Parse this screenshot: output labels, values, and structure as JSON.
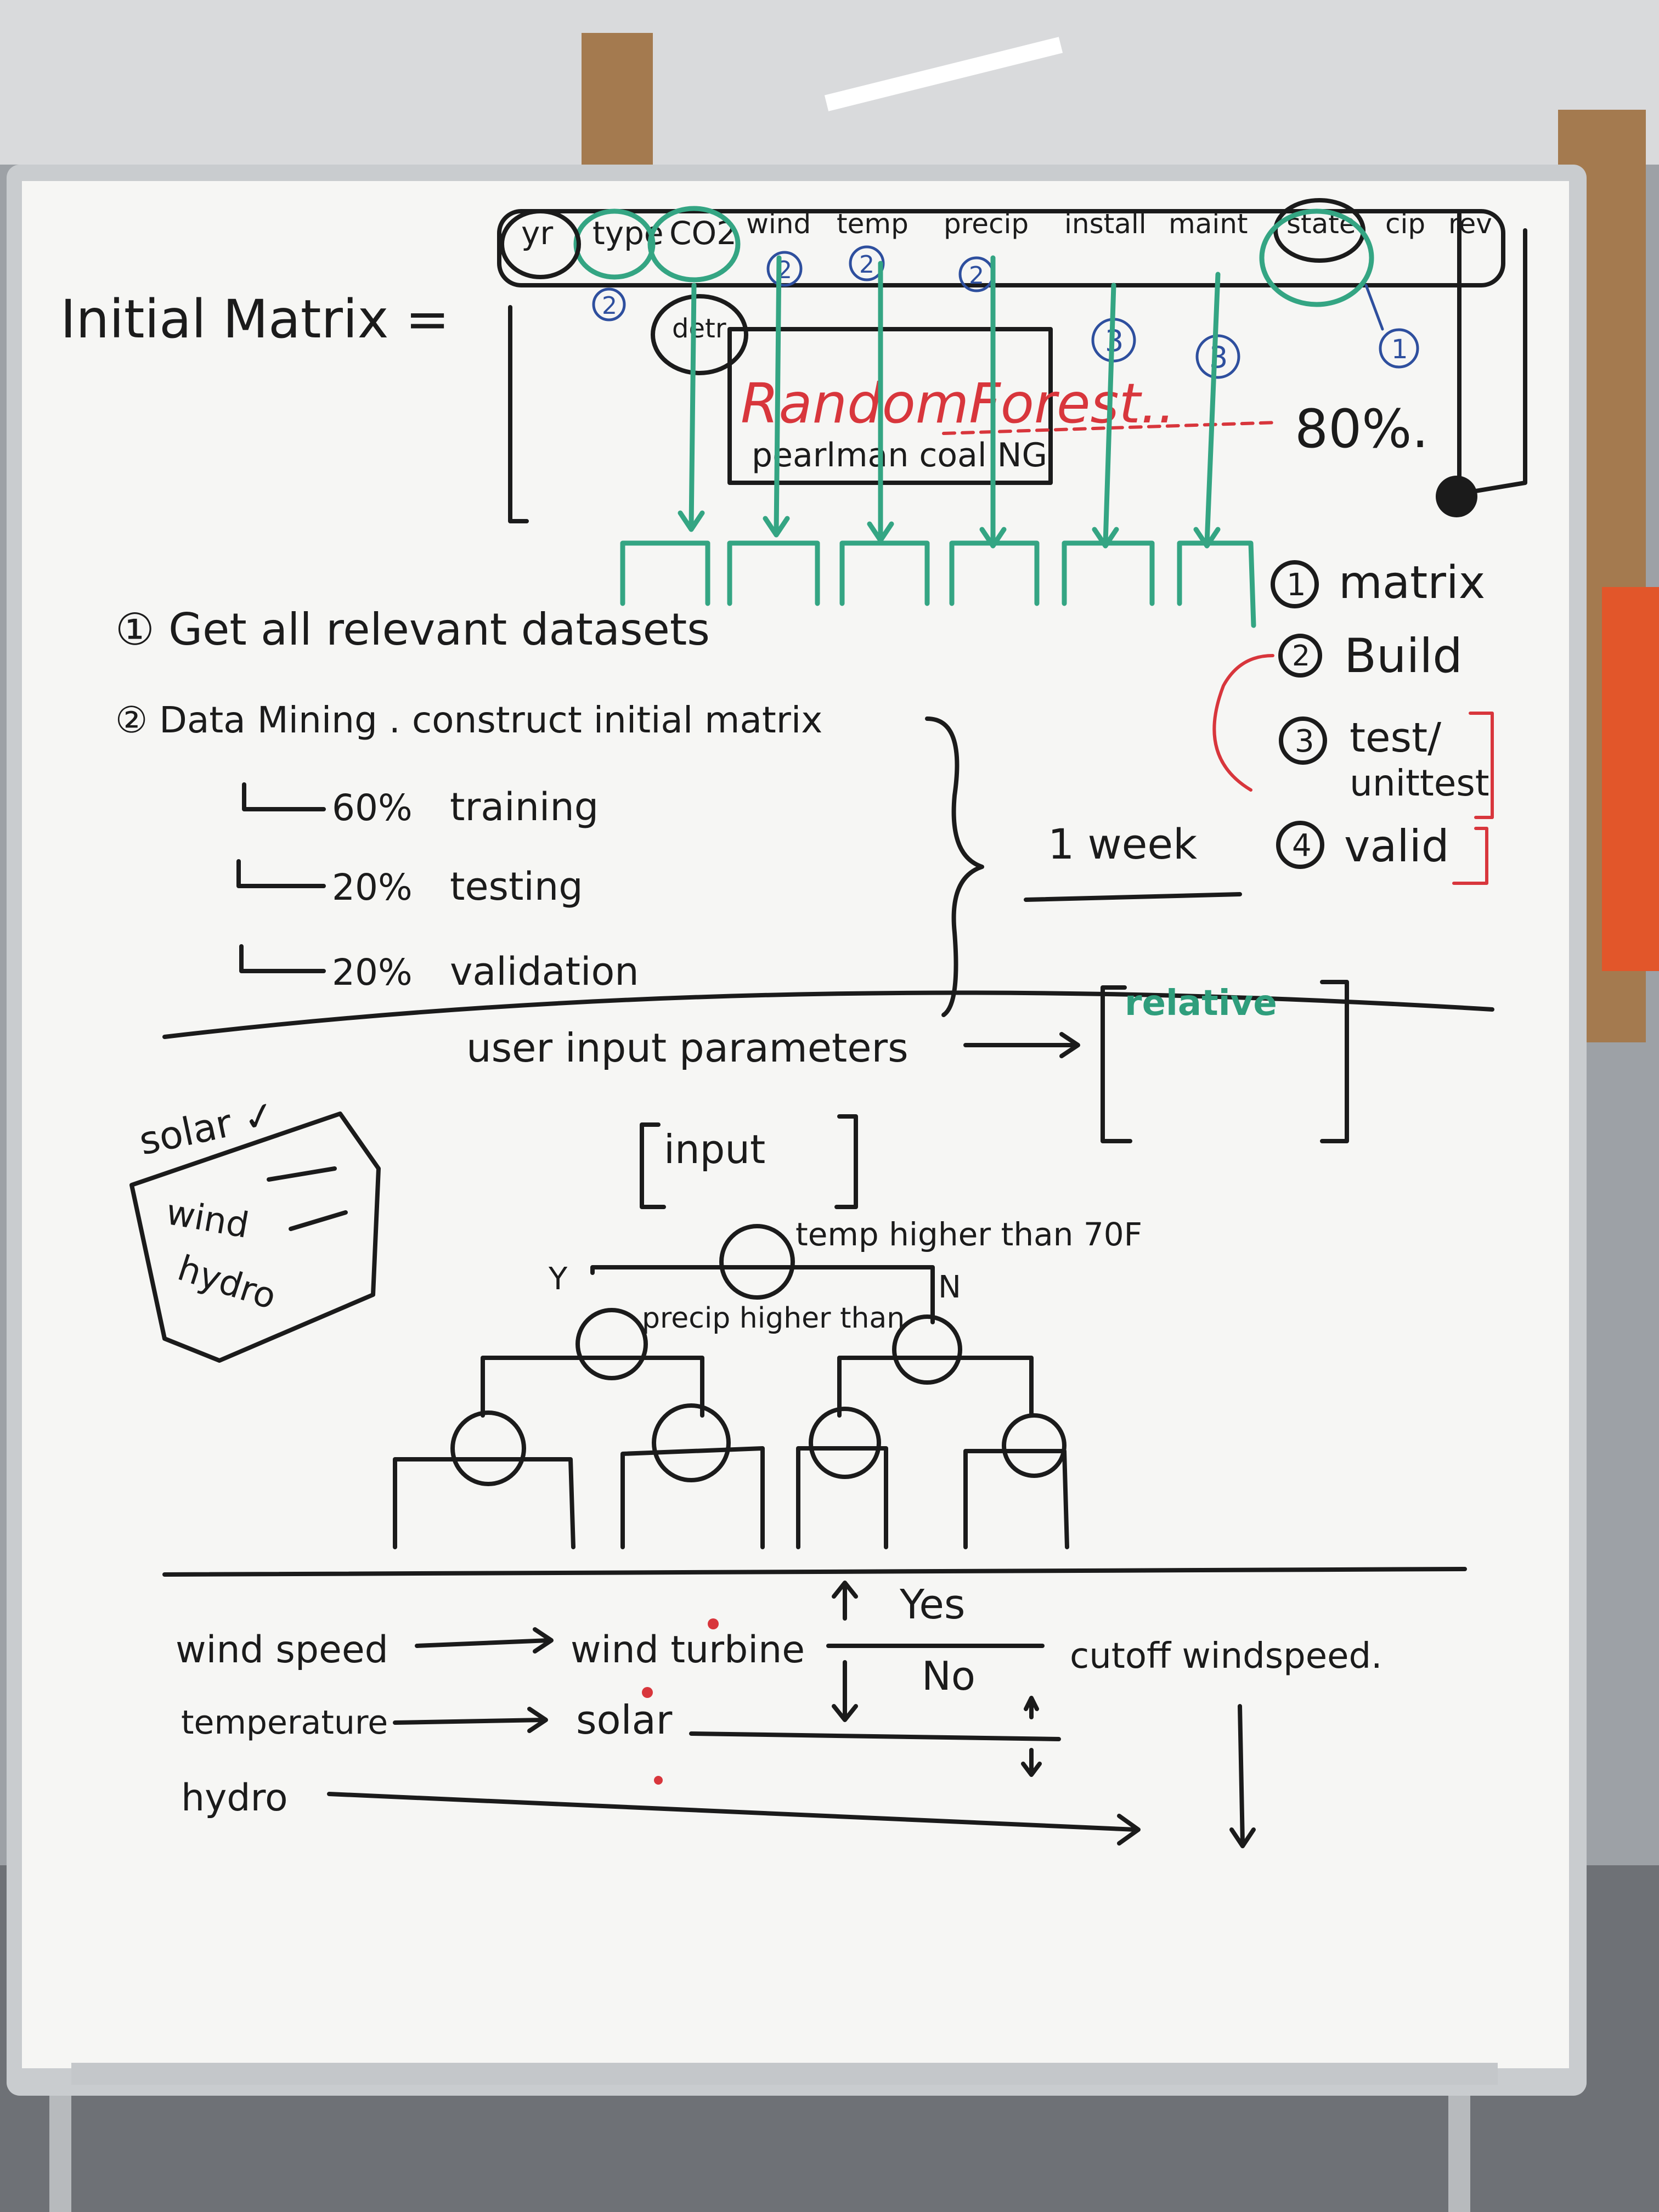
{
  "board": {
    "title": "Initial Matrix =",
    "columns": [
      "yr",
      "type",
      "CO2",
      "wind",
      "temp",
      "precip",
      "install",
      "maint",
      "state",
      "cip",
      "rev"
    ],
    "column_notes": {
      "detr": "detr",
      "n2a": "2",
      "n2b": "2",
      "n2c": "2",
      "n2d": "2",
      "n3a": "3",
      "n3b": "3",
      "n1": "1"
    },
    "random_forest": "RandomForest..",
    "forest_caption": "pearlman coal NG",
    "accuracy": "80%.",
    "steps": [
      "① Get all relevant datasets",
      "② Data Mining . construct initial matrix"
    ],
    "splits": [
      {
        "pct": "60%",
        "label": "training"
      },
      {
        "pct": "20%",
        "label": "testing"
      },
      {
        "pct": "20%",
        "label": "validation"
      }
    ],
    "timeline": "1 week",
    "plan": [
      {
        "num": "1",
        "label": "matrix"
      },
      {
        "num": "2",
        "label": "Build"
      },
      {
        "num": "3",
        "label": "test/"
      },
      {
        "num": "",
        "label": "unittest"
      },
      {
        "num": "4",
        "label": "valid"
      }
    ],
    "user_input_label": "user input parameters",
    "relative_label": "relative",
    "input_label": "input",
    "options_box": {
      "solar": "solar ✓",
      "wind": "wind",
      "hydro": "hydro"
    },
    "tree": {
      "root_label": "temp higher than 70F",
      "left_label": "precip higher than",
      "yes_mark": "Y",
      "no_mark": "N"
    },
    "flows": {
      "wind_speed": "wind speed",
      "wind_turbine": "wind turbine",
      "temperature": "temperature",
      "solar": "solar",
      "hydro": "hydro",
      "yes": "Yes",
      "no": "No",
      "cutoff": "cutoff windspeed."
    }
  },
  "colors": {
    "ink": "#1b1b1b",
    "green": "#34a583",
    "red": "#d8363c",
    "blue": "#2e4f9e",
    "board": "#f6f6f4",
    "frame": "#c9cccf"
  }
}
